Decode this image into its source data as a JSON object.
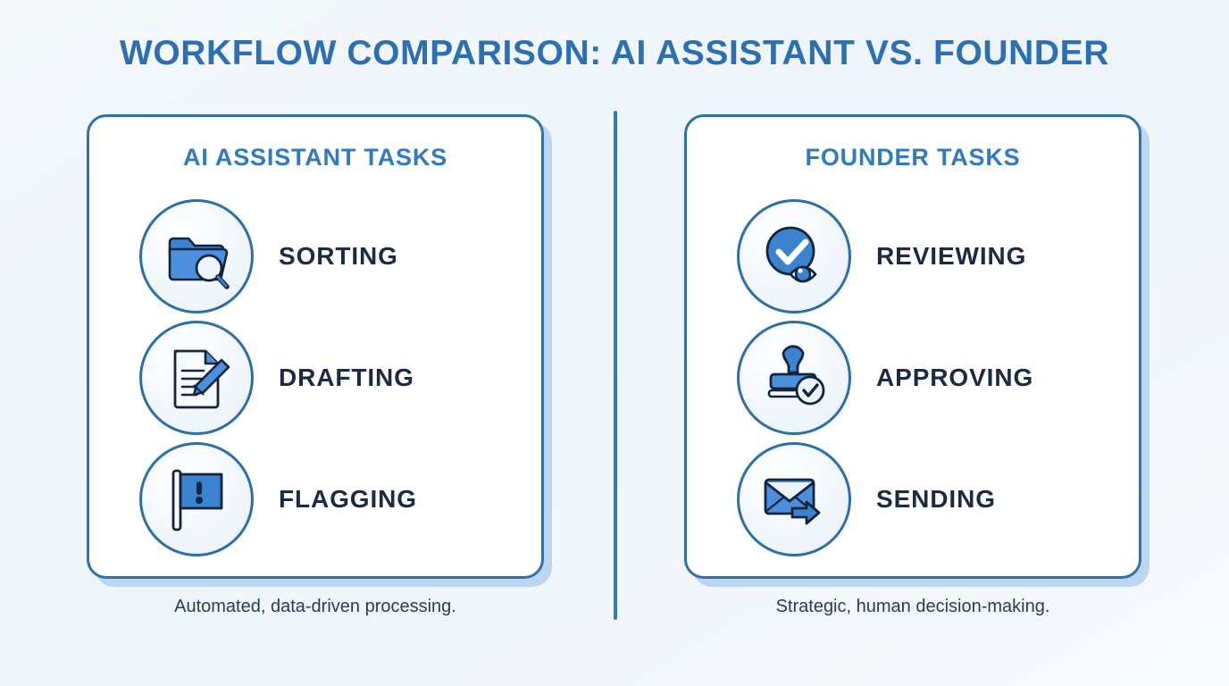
{
  "header": {
    "title": "Workflow Comparison: AI Assistant vs. Founder"
  },
  "colors": {
    "title_blue": "#2b6fb5",
    "panel_header_blue": "#2f7ac0",
    "panel_border": "#2d72ab",
    "panel_shadow": "#bcd6f2",
    "label_navy": "#1b2b46",
    "icon_blue": "#3b82cf",
    "background": "#f2f6fa"
  },
  "panels": [
    {
      "id": "ai-assistant",
      "title": "AI Assistant Tasks",
      "caption": "Automated, data-driven processing.",
      "tasks": [
        {
          "label": "Sorting",
          "icon": "folder-search-icon"
        },
        {
          "label": "Drafting",
          "icon": "document-pencil-icon"
        },
        {
          "label": "Flagging",
          "icon": "flag-alert-icon"
        }
      ]
    },
    {
      "id": "founder",
      "title": "Founder Tasks",
      "caption": "Strategic, human decision-making.",
      "tasks": [
        {
          "label": "Reviewing",
          "icon": "check-eye-icon"
        },
        {
          "label": "Approving",
          "icon": "stamp-check-icon"
        },
        {
          "label": "Sending",
          "icon": "envelope-arrow-icon"
        }
      ]
    }
  ],
  "divider": {
    "orientation": "vertical"
  }
}
